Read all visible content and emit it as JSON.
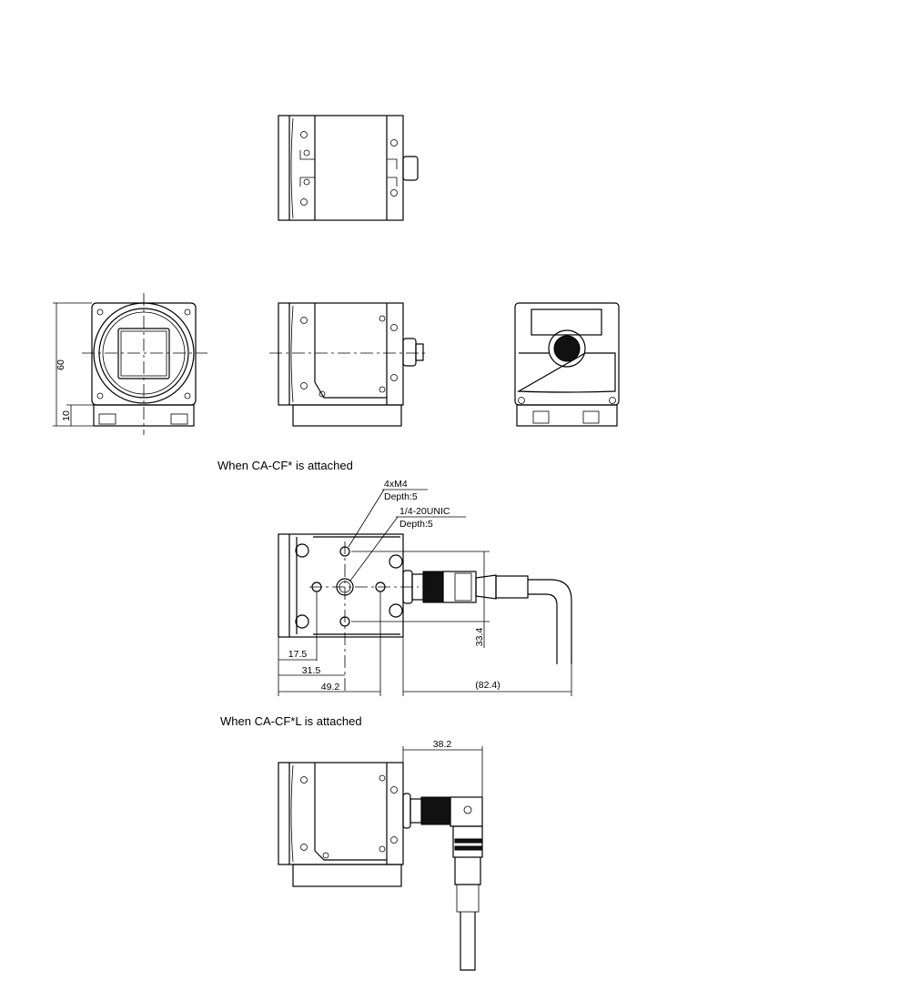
{
  "captions": {
    "cf_attached": "When CA-CF* is attached",
    "cfl_attached": "When CA-CF*L is attached"
  },
  "front_view": {
    "dim_height": "60",
    "dim_base": "10"
  },
  "cf_view": {
    "callout_mount_title": "4xM4",
    "callout_mount_depth": "Depth:5",
    "callout_tripod_title": "1/4-20UNIC",
    "callout_tripod_depth": "Depth:5",
    "dim_a": "17.5",
    "dim_b": "31.5",
    "dim_c": "49.2",
    "dim_cable": "(82.4)",
    "dim_vertical": "33.4"
  },
  "cfl_view": {
    "dim_connector": "38.2"
  }
}
